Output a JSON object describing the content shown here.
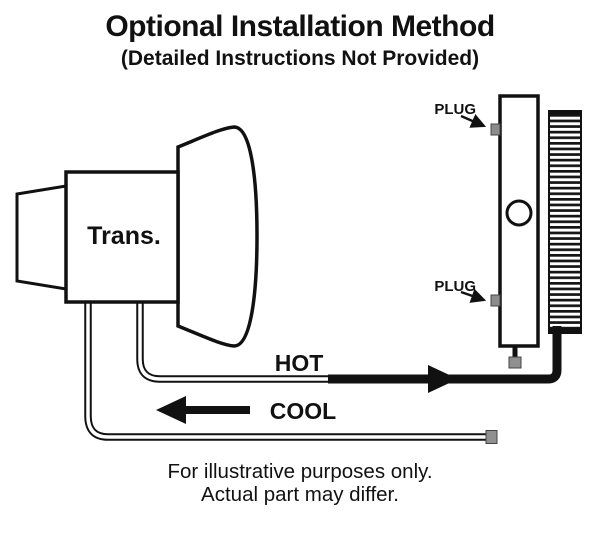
{
  "header": {
    "title": "Optional Installation Method",
    "subtitle": "(Detailed Instructions Not Provided)"
  },
  "diagram": {
    "transmission_label": "Trans.",
    "plug_top_label": "PLUG",
    "plug_bottom_label": "PLUG",
    "hot_label": "HOT",
    "cool_label": "COOL"
  },
  "footer": {
    "line1": "For illustrative purposes only.",
    "line2": "Actual part may differ."
  },
  "colors": {
    "line": "#111111",
    "background": "#ffffff",
    "fitting_gray": "#909090"
  }
}
